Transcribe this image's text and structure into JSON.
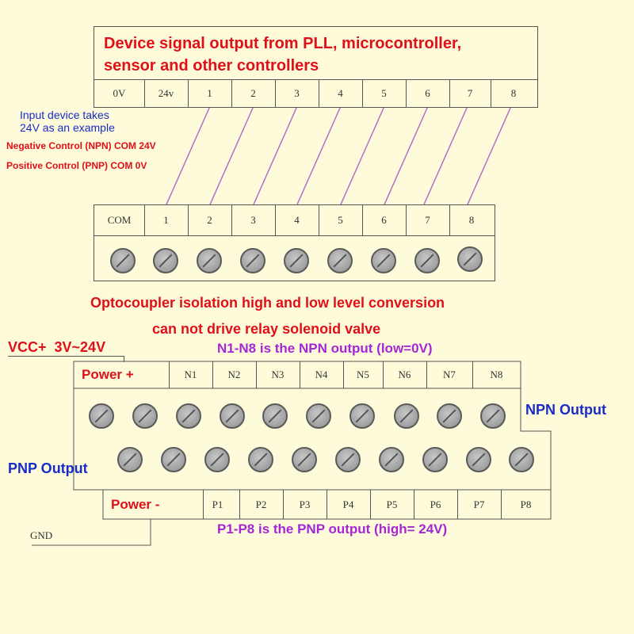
{
  "top_block": {
    "title_line1": "Device signal output from PLL, microcontroller,",
    "title_line2": "sensor and other controllers",
    "terminals": [
      "0V",
      "24v",
      "1",
      "2",
      "3",
      "4",
      "5",
      "6",
      "7",
      "8"
    ]
  },
  "notes": {
    "input_line1": "Input device takes",
    "input_line2": "24V as an example",
    "npn_control": "Negative Control (NPN) COM 24V",
    "pnp_control": "Positive Control (PNP) COM 0V"
  },
  "input_block": {
    "terminals": [
      "COM",
      "1",
      "2",
      "3",
      "4",
      "5",
      "6",
      "7",
      "8"
    ]
  },
  "captions": {
    "opto_line1": "Optocoupler isolation high and low level conversion",
    "opto_line2": "can not drive relay solenoid valve",
    "vcc": "VCC+  3V~24V",
    "npn_desc": "N1-N8 is the NPN output (low=0V)",
    "npn_output": "NPN Output",
    "pnp_output": "PNP Output",
    "pnp_desc": "P1-P8 is the PNP output (high= 24V)",
    "gnd": "GND"
  },
  "output_block": {
    "npn_label": "Power +",
    "npn_terminals": [
      "N1",
      "N2",
      "N3",
      "N4",
      "N5",
      "N6",
      "N7",
      "N8"
    ],
    "pnp_label": "Power -",
    "pnp_terminals": [
      "P1",
      "P2",
      "P3",
      "P4",
      "P5",
      "P6",
      "P7",
      "P8"
    ]
  },
  "colors": {
    "background": "#fdfbd9",
    "red_text": "#e0101a",
    "blue_text": "#1a2cc8",
    "purple_text": "#a626d6",
    "wire": "#b070c8"
  }
}
